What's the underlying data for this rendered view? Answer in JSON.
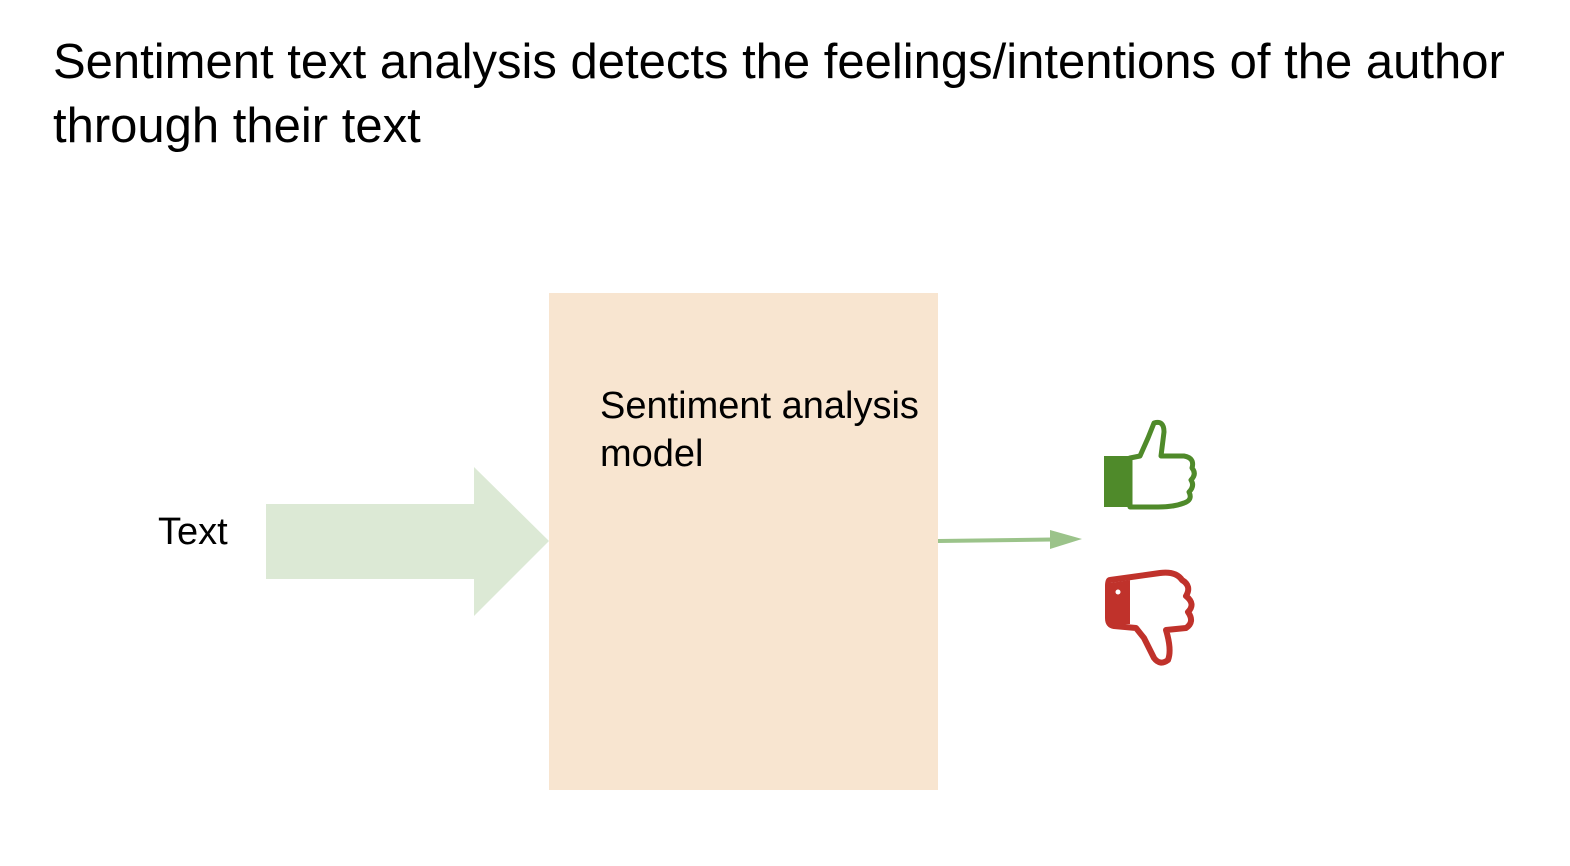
{
  "slide": {
    "title": "Sentiment text analysis detects the feelings/intentions of the author through their text"
  },
  "diagram": {
    "input_label": "Text",
    "model_label": "Sentiment analysis model",
    "outputs": [
      {
        "icon": "thumbs-up-icon",
        "color": "#4f8a2a"
      },
      {
        "icon": "thumbs-down-icon",
        "color": "#c0322b"
      }
    ],
    "colors": {
      "input_arrow": "#dce9d5",
      "model_box": "#f8e5d0",
      "output_arrow": "#9bc38a"
    }
  }
}
